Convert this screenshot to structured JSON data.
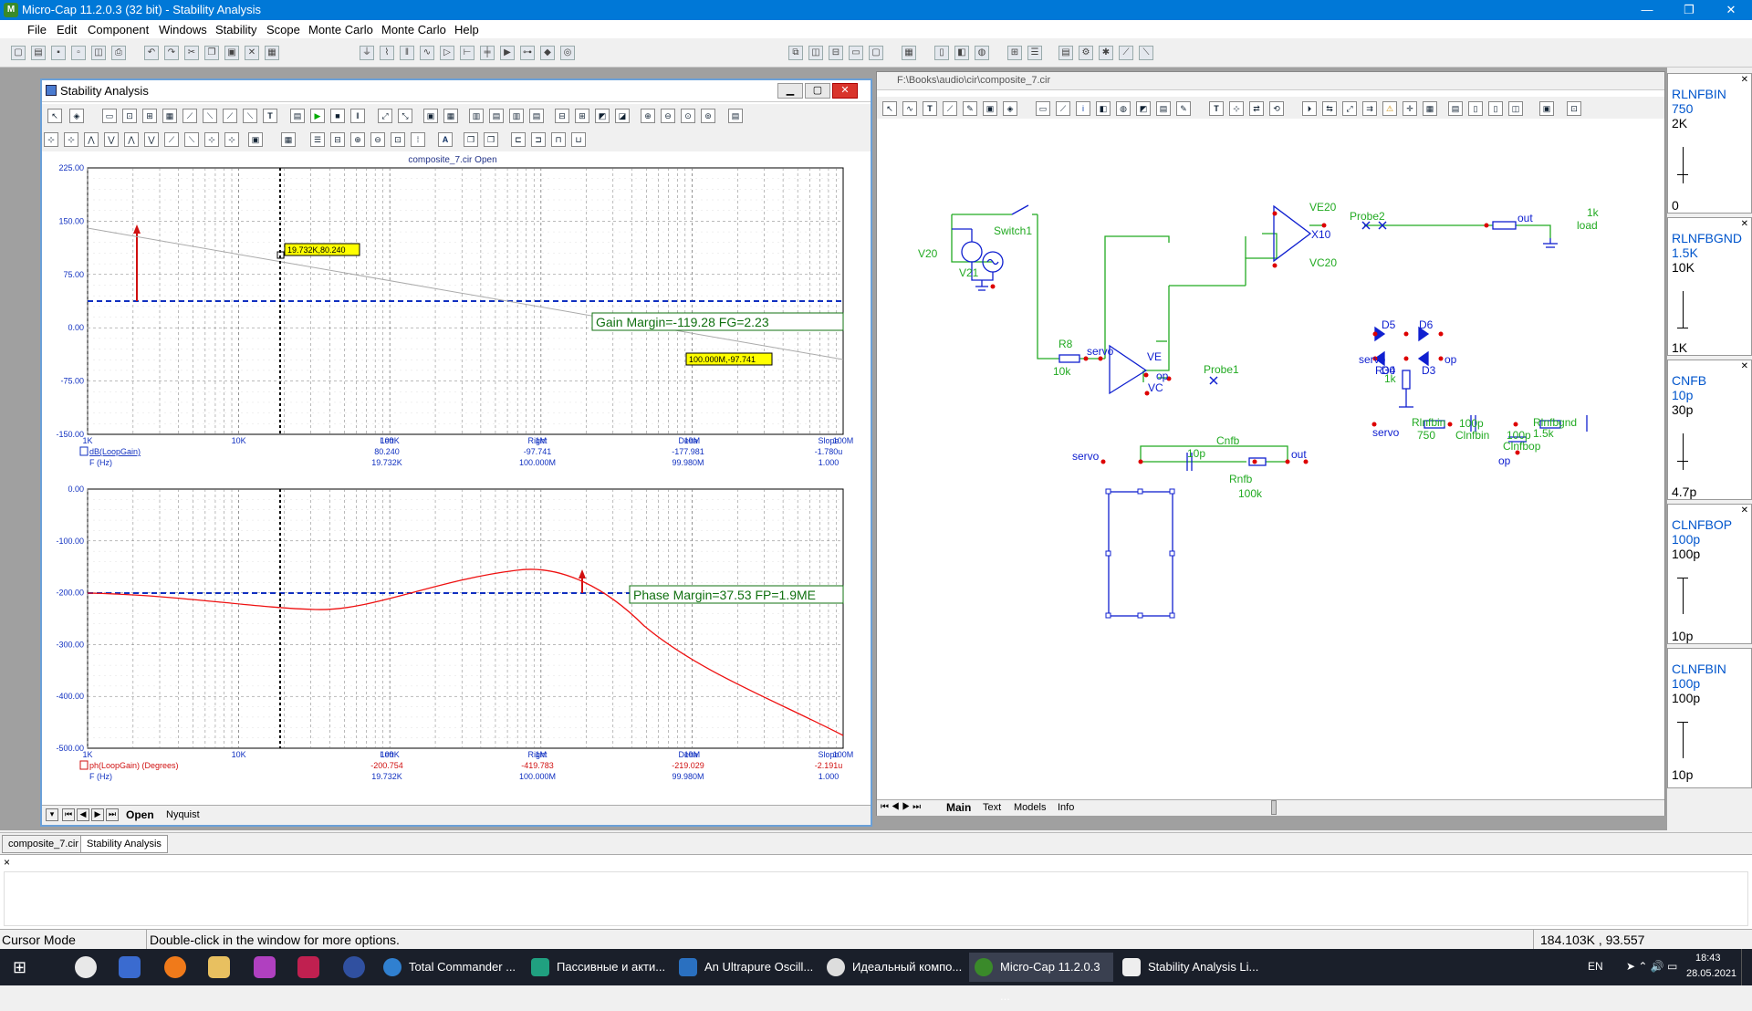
{
  "app": {
    "title": "Micro-Cap 11.2.0.3 (32 bit) - Stability Analysis",
    "icon_label": "M"
  },
  "window_controls": {
    "minimize": "—",
    "restore": "❐",
    "close": "✕"
  },
  "menu": [
    "File",
    "Edit",
    "Component",
    "Windows",
    "Stability",
    "Scope",
    "Monte Carlo",
    "Monte Carlo",
    "Help"
  ],
  "stability_window": {
    "title": "Stability Analysis",
    "plot_header": "composite_7.cir Open",
    "upper": {
      "y_ticks": [
        "225.00",
        "150.00",
        "75.00",
        "0.00",
        "-75.00",
        "-150.00"
      ],
      "x_ticks": [
        "1K",
        "10K",
        "100K",
        "1M",
        "10M",
        "100M"
      ],
      "cursor_label": "19.732K,80.240",
      "end_label": "100.000M,-97.741",
      "margin_label": "Gain Margin=-119.28 FG=2.23",
      "trace_name": "dB(LoopGain)",
      "axis_name": "F (Hz)",
      "cols": [
        "Left",
        "Right",
        "Delta",
        "Slope"
      ],
      "row1": [
        "80.240",
        "-97.741",
        "-177.981",
        "-1.780u"
      ],
      "row2": [
        "19.732K",
        "100.000M",
        "99.980M",
        "1.000"
      ]
    },
    "lower": {
      "y_ticks": [
        "0.00",
        "-100.00",
        "-200.00",
        "-300.00",
        "-400.00",
        "-500.00"
      ],
      "x_ticks": [
        "1K",
        "10K",
        "100K",
        "1M",
        "10M",
        "100M"
      ],
      "margin_label": "Phase Margin=37.53 FP=1.9ME",
      "trace_name": "ph(LoopGain) (Degrees)",
      "axis_name": "F (Hz)",
      "cols": [
        "Left",
        "Right",
        "Delta",
        "Slope"
      ],
      "row1": [
        "-200.754",
        "-419.783",
        "-219.029",
        "-2.191u"
      ],
      "row2": [
        "19.732K",
        "100.000M",
        "99.980M",
        "1.000"
      ]
    },
    "tabs": [
      "Open",
      "Nyquist"
    ]
  },
  "schematic_window": {
    "title": "F:\\Books\\audio\\cir\\composite_7.cir",
    "tabs": [
      "Main",
      "Text",
      "Models",
      "Info"
    ],
    "labels": {
      "v20": "V20",
      "v21": "V21",
      "switch1": "Switch1",
      "ve20": "VE20",
      "vc20": "VC20",
      "x10": "X10",
      "probe2": "Probe2",
      "load1": "1k",
      "load2": "load",
      "out1": "out",
      "r8": "R8",
      "r8v": "10k",
      "servo1": "servo",
      "ve": "VE",
      "vc": "VC",
      "op1": "op",
      "probe1": "Probe1",
      "d5": "D5",
      "d6": "D6",
      "d4": "D4",
      "d3": "D3",
      "r30": "R30",
      "r30v": "1k",
      "servo2": "servo",
      "op2": "op",
      "cnfb": "Cnfb",
      "cnfbv": "10p",
      "servo3": "servo",
      "out2": "out",
      "rnfb": "Rnfb",
      "rnfbv": "100k",
      "servo4": "servo",
      "rlnfbin": "Rlnfbin",
      "rlnfbinv": "750",
      "c100a": "100p",
      "clnfbin": "Clnfbin",
      "c100b": "100p",
      "clnfbop": "Clnfbop",
      "rlnfbgnd": "Rlnfbgnd",
      "rlnfbgndv": "1.5k",
      "op3": "op"
    }
  },
  "sliders": [
    {
      "name": "RLNFBIN",
      "v1": "750",
      "top": "2K",
      "bottom": "0"
    },
    {
      "name": "RLNFBGND",
      "v1": "1.5K",
      "top": "10K",
      "bottom": "1K"
    },
    {
      "name": "CNFB",
      "v1": "10p",
      "top": "30p",
      "bottom": "4.7p"
    },
    {
      "name": "CLNFBOP",
      "v1": "100p",
      "top": "100p",
      "bottom": "10p"
    },
    {
      "name": "CLNFBIN",
      "v1": "100p",
      "top": "100p",
      "bottom": "10p"
    }
  ],
  "doc_tabs": [
    "composite_7.cir",
    "Stability Analysis"
  ],
  "output_close": "×",
  "status": {
    "mode": "Cursor Mode",
    "hint": "Double-click in the window for more options.",
    "coords": "184.103K , 93.557"
  },
  "taskbar": {
    "items": [
      "Total Commander ...",
      "Пассивные и акти...",
      "An Ultrapure Oscill...",
      "Идеальный компо...",
      "Micro-Cap 11.2.0.3 ...",
      "Stability Analysis Li..."
    ],
    "lang": "EN",
    "time": "18:43",
    "date": "28.05.2021"
  },
  "colors": {
    "accent": "#0078d7",
    "gain_trace": "#999999",
    "phase_trace": "#ee1111",
    "margin_line": "#1030c0",
    "schematic_wire": "#22aa22",
    "component": "#1020d0"
  }
}
